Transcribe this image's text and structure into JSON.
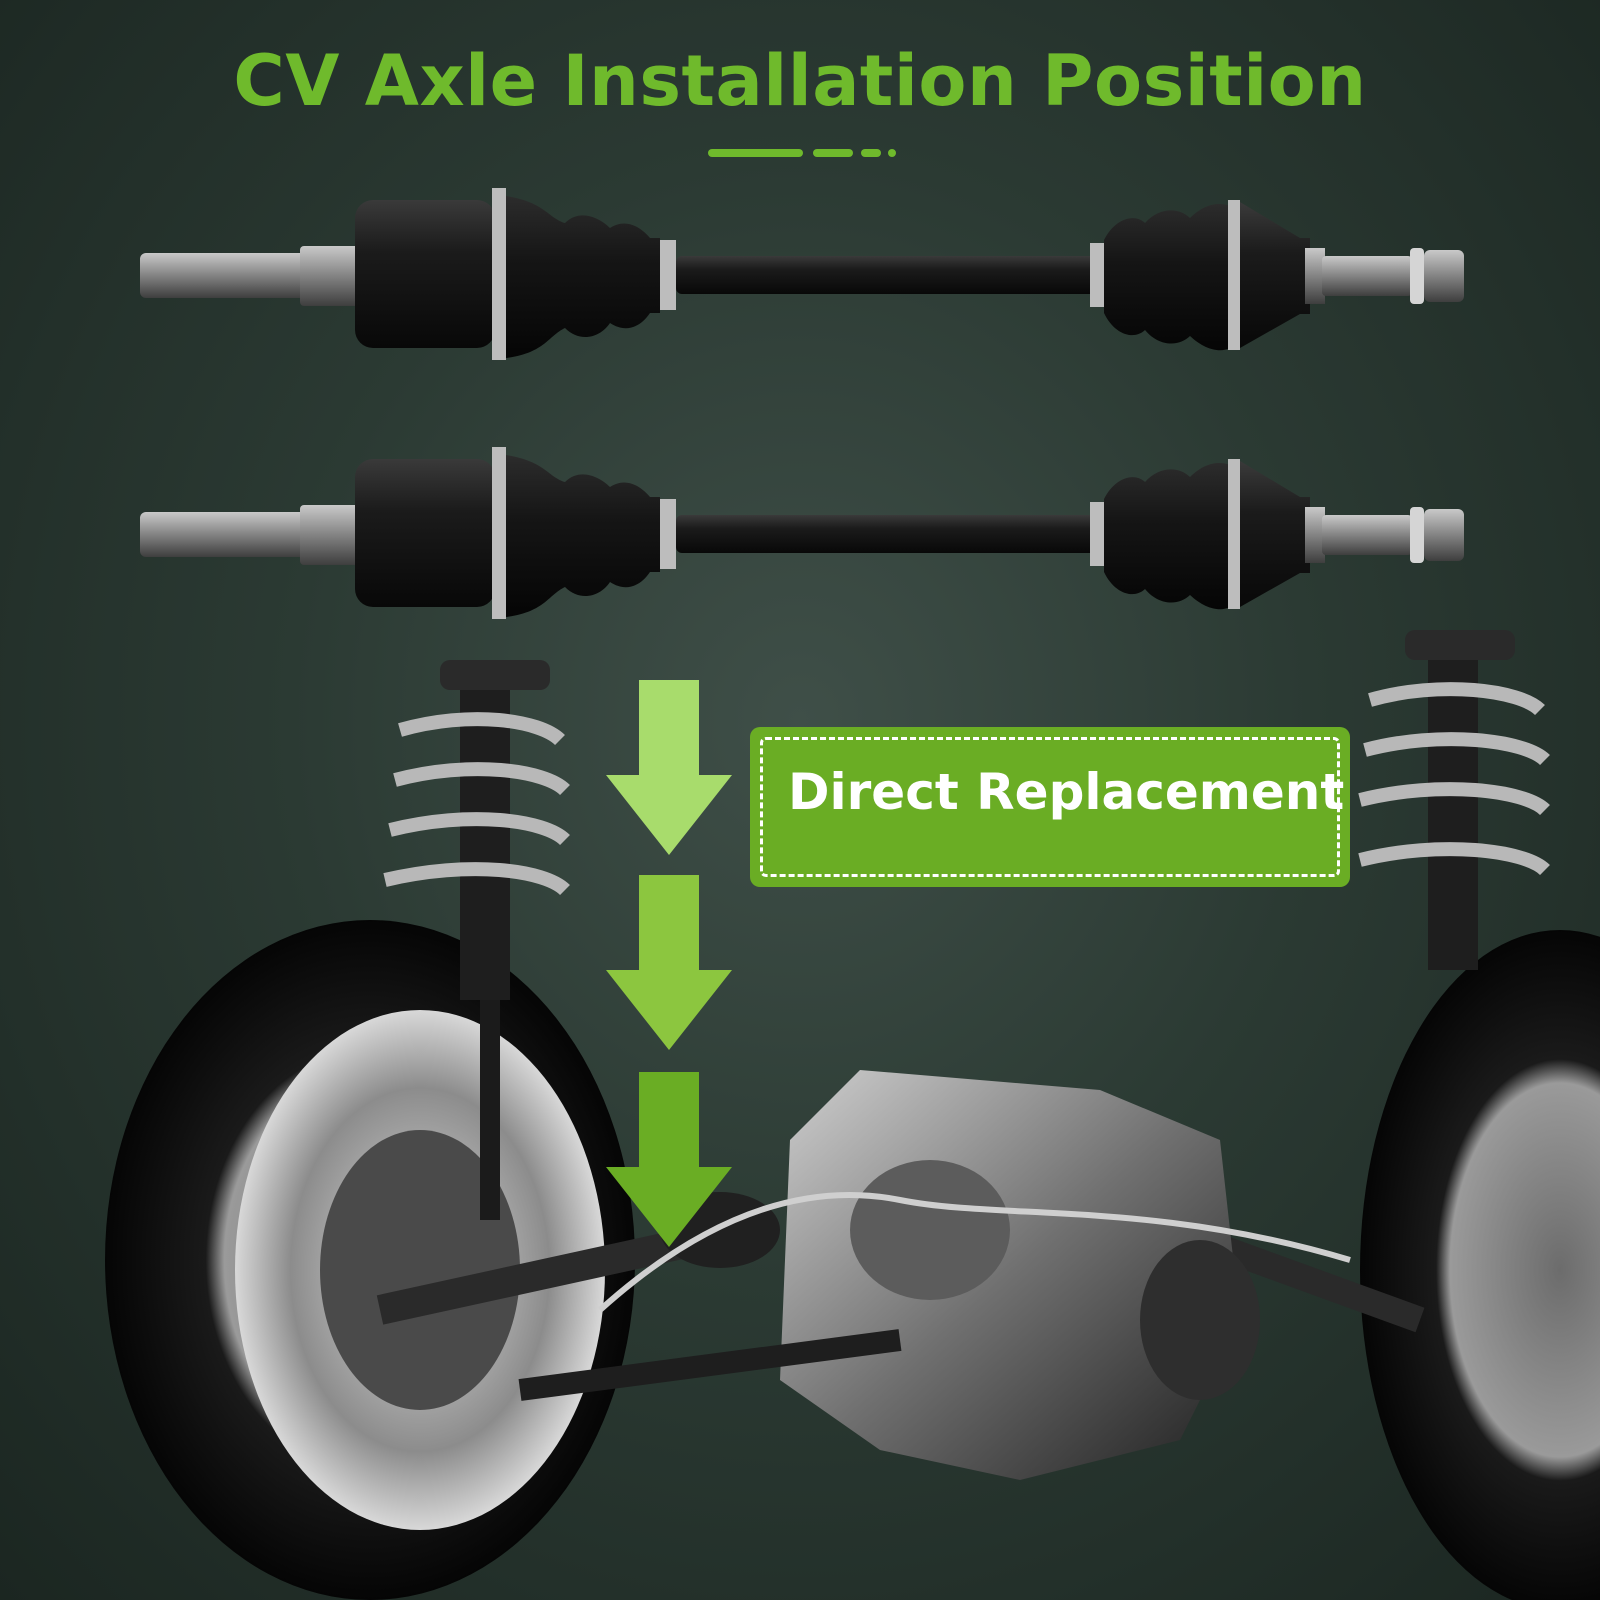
{
  "title": "CV Axle Installation Position",
  "badge": {
    "label": "Direct Replacement"
  },
  "colors": {
    "accent": "#6fba2c",
    "badge": "#6aad24",
    "background": "#2b3a33"
  },
  "products": [
    {
      "name": "cv-axle",
      "position": "top"
    },
    {
      "name": "cv-axle",
      "position": "bottom"
    }
  ],
  "arrows": {
    "count": 3,
    "direction": "down"
  }
}
